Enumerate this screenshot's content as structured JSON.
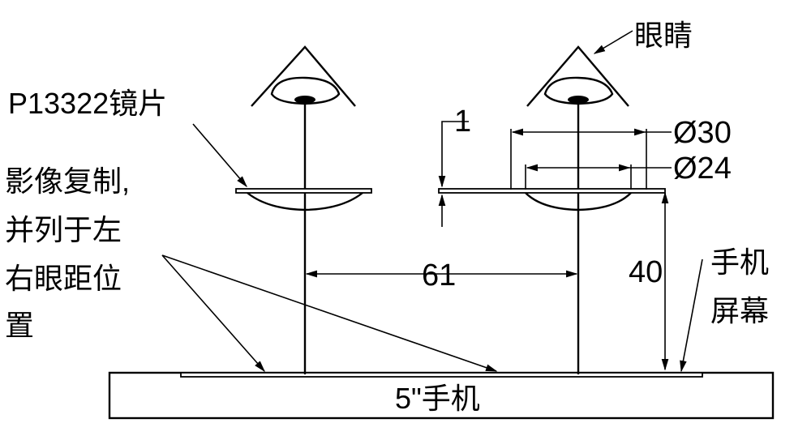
{
  "labels": {
    "eye": "眼睛",
    "lens": "P13322镜片",
    "image_line1": "影像复制,",
    "image_line2": "并列于左",
    "image_line3": "右眼距位",
    "image_line4": "置",
    "screen_line1": "手机",
    "screen_line2": "屏幕",
    "phone": "5\"手机"
  },
  "dimensions": {
    "gap": "1",
    "outer_diameter": "Ø30",
    "inner_diameter": "Ø24",
    "eye_distance": "61",
    "screen_distance": "40"
  }
}
